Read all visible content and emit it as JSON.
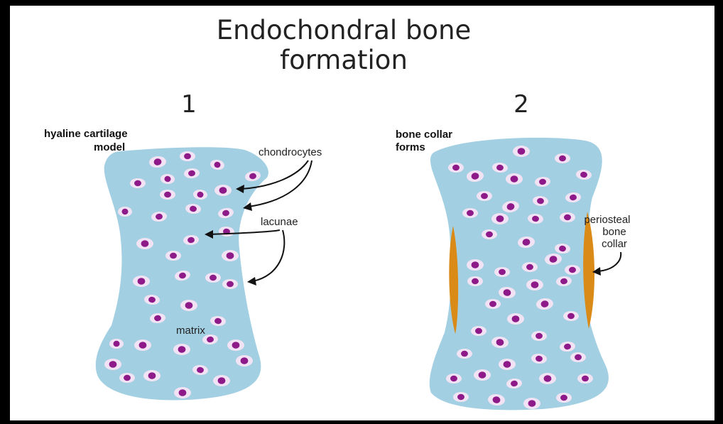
{
  "title_line1": "Endochondral bone",
  "title_line2": "formation",
  "panels": [
    {
      "number": "1",
      "label_line1": "hyaline cartilage",
      "label_line2": "model",
      "annotations": {
        "chondrocytes": "chondrocytes",
        "lacunae": "lacunae",
        "matrix": "matrix"
      }
    },
    {
      "number": "2",
      "label_line1": "bone collar",
      "label_line2": "forms",
      "annotations": {
        "periosteal_line1": "periosteal",
        "periosteal_line2": "bone",
        "periosteal_line3": "collar"
      }
    }
  ],
  "colors": {
    "background": "#ffffff",
    "frame": "#000000",
    "cartilage": "#a3cfe3",
    "lacuna": "#f1e3f3",
    "chondrocyte": "#8e1a8a",
    "bone_collar": "#d98a17",
    "text": "#222222"
  }
}
